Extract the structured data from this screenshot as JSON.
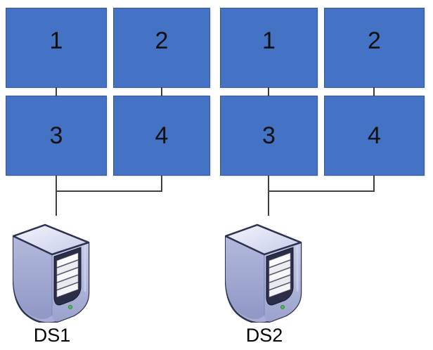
{
  "diagram": {
    "background": "#ffffff",
    "colors": {
      "box_fill": "#4472c4",
      "box_border": "#3a5795",
      "connector": "#3f3f3f",
      "number_text": "#111111",
      "label_text": "#000000",
      "server_body": "#a8aed4",
      "server_led": "#46c24b"
    },
    "groups": [
      {
        "id": "group-1",
        "boxes": [
          "1",
          "2",
          "3",
          "4"
        ],
        "server_label": "DS1"
      },
      {
        "id": "group-2",
        "boxes": [
          "1",
          "2",
          "3",
          "4"
        ],
        "server_label": "DS2"
      }
    ]
  }
}
